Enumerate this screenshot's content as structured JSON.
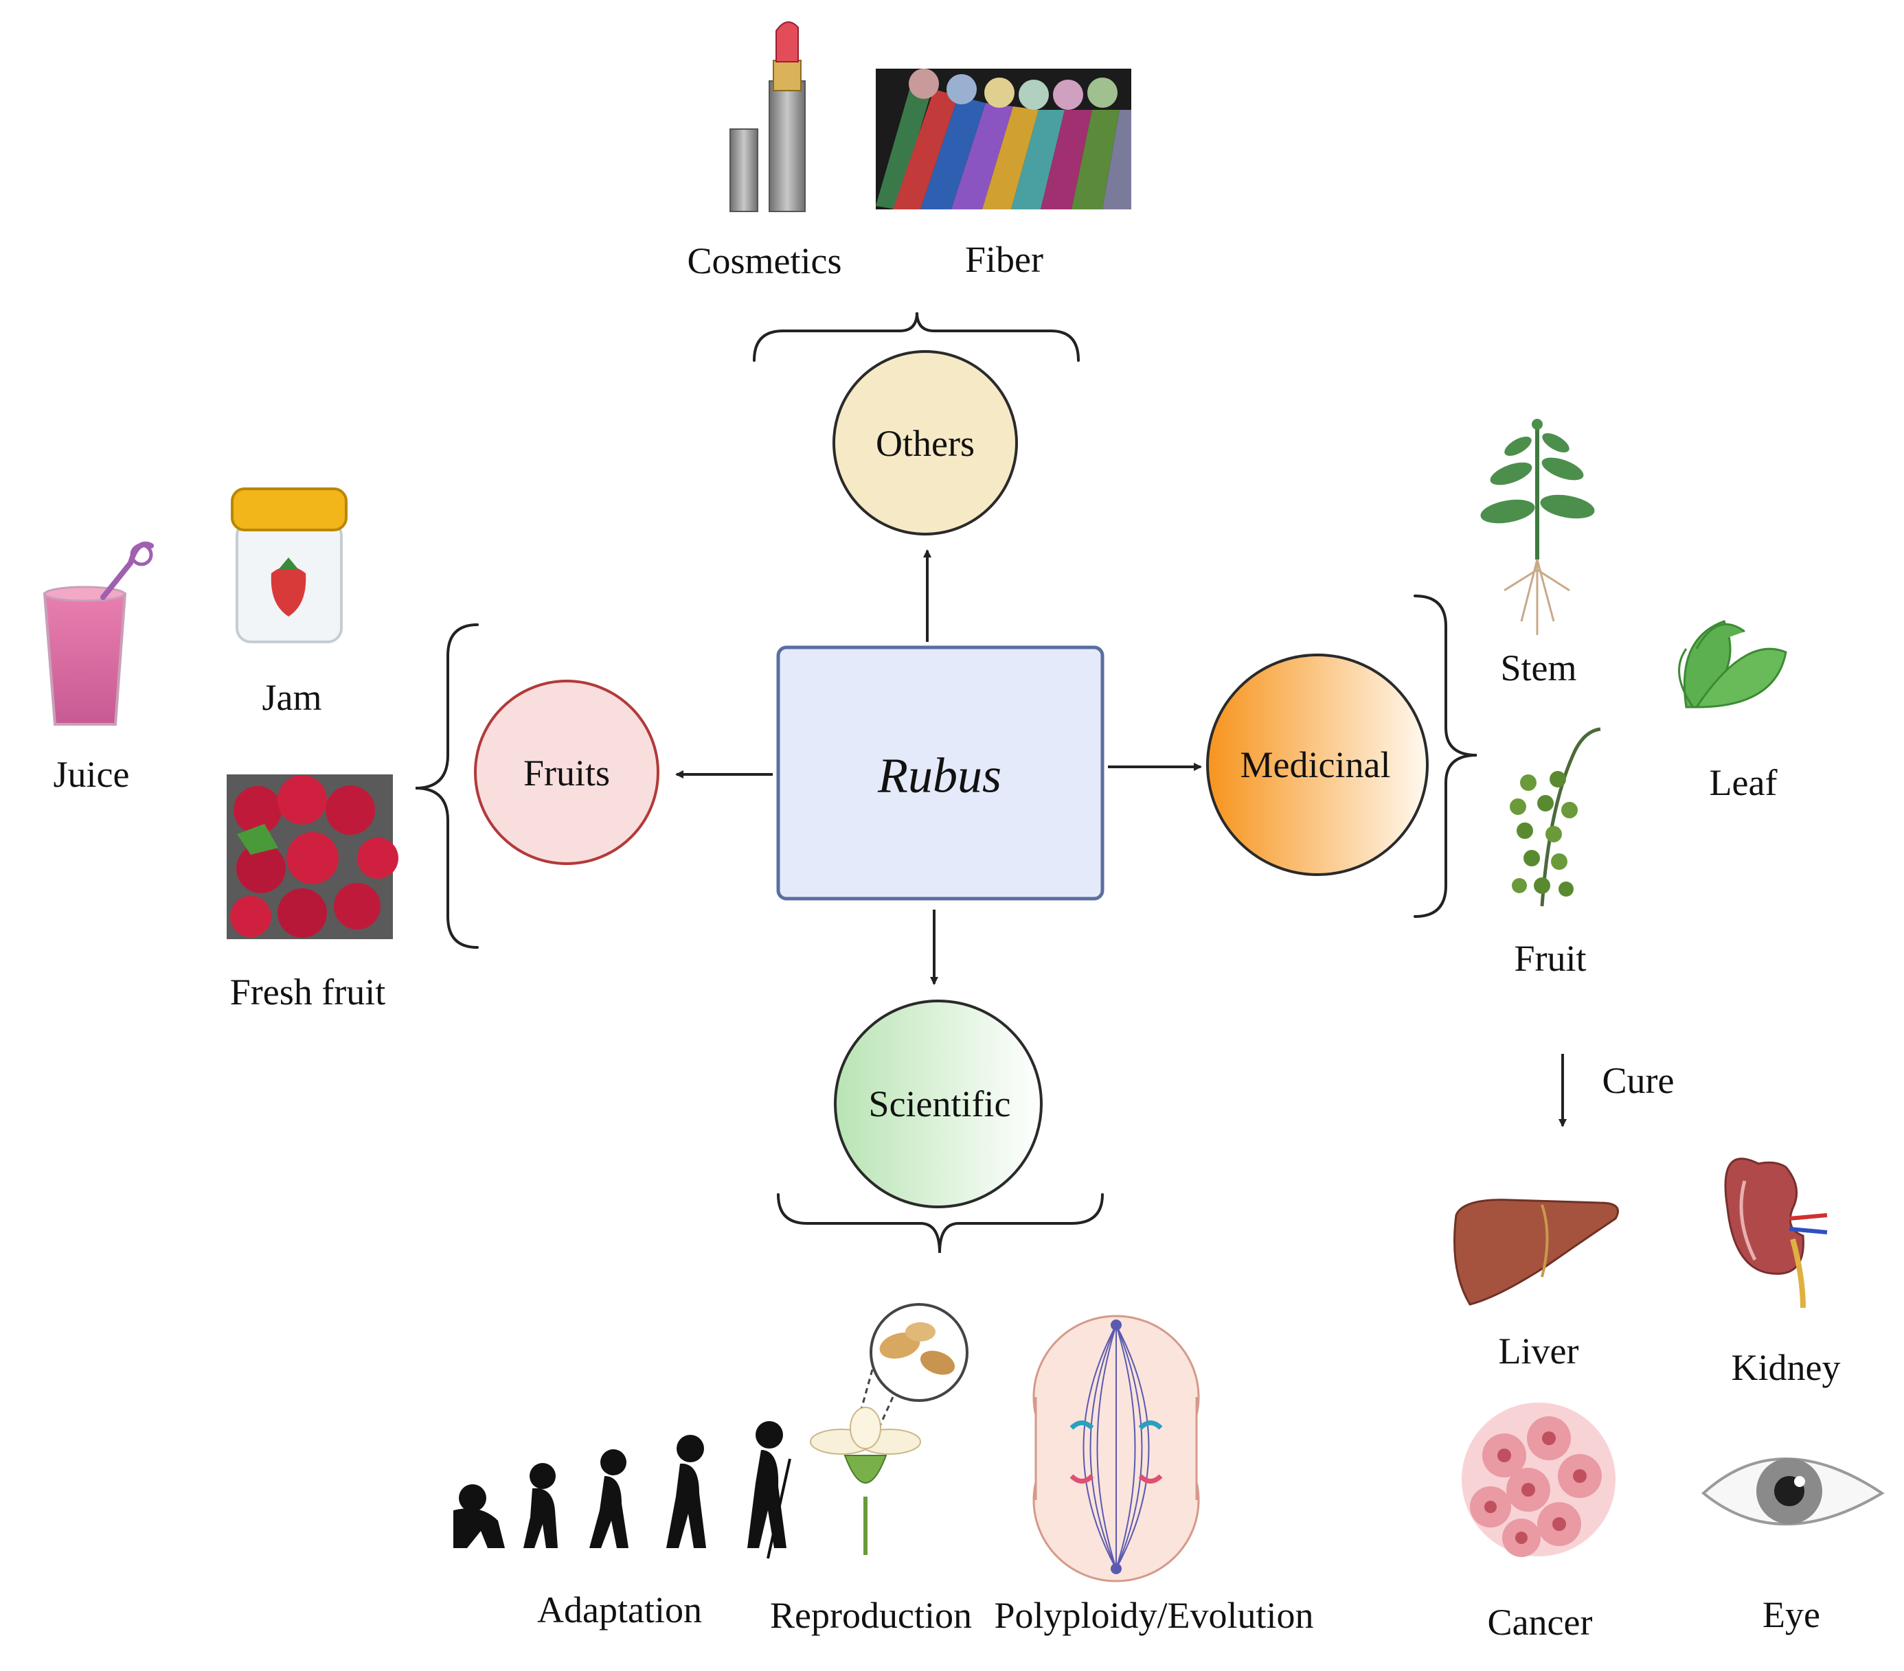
{
  "center": {
    "label": "Rubus"
  },
  "categories": {
    "others": {
      "label": "Others",
      "fill": "#f6e9c6",
      "stroke": "#2a2a2a"
    },
    "fruits": {
      "label": "Fruits",
      "fill": "#f9dede",
      "stroke": "#b23a3a"
    },
    "medicinal": {
      "label": "Medicinal",
      "fill_from": "#f7941d",
      "fill_to": "#fff9ef",
      "stroke": "#2a2a2a"
    },
    "scientific": {
      "label": "Scientific",
      "fill_from": "#b9e4b4",
      "fill_to": "#ffffff",
      "stroke": "#2a2a2a"
    }
  },
  "center_box": {
    "fill": "#e4eaf9",
    "stroke": "#5a6fa0"
  },
  "others_items": [
    {
      "label": "Cosmetics",
      "icon": "lipstick-icon"
    },
    {
      "label": "Fiber",
      "icon": "fabric-rolls-icon"
    }
  ],
  "fruits_items": [
    {
      "label": "Juice",
      "icon": "juice-glass-icon"
    },
    {
      "label": "Jam",
      "icon": "jam-jar-icon"
    },
    {
      "label": "Fresh fruit",
      "icon": "raspberries-icon"
    }
  ],
  "medicinal_items": [
    {
      "label": "Stem",
      "icon": "plant-stem-icon"
    },
    {
      "label": "Leaf",
      "icon": "leaf-icon"
    },
    {
      "label": "Fruit",
      "icon": "fruit-cluster-icon"
    }
  ],
  "cure": {
    "label": "Cure",
    "items": [
      {
        "label": "Liver",
        "icon": "liver-icon"
      },
      {
        "label": "Kidney",
        "icon": "kidney-icon"
      },
      {
        "label": "Cancer",
        "icon": "cancer-cells-icon"
      },
      {
        "label": "Eye",
        "icon": "eye-icon"
      }
    ]
  },
  "scientific_items": [
    {
      "label": "Adaptation",
      "icon": "human-evolution-icon"
    },
    {
      "label": "Reproduction",
      "icon": "flower-pollen-icon"
    },
    {
      "label": "Polyploidy/Evolution",
      "icon": "cell-division-icon"
    }
  ]
}
